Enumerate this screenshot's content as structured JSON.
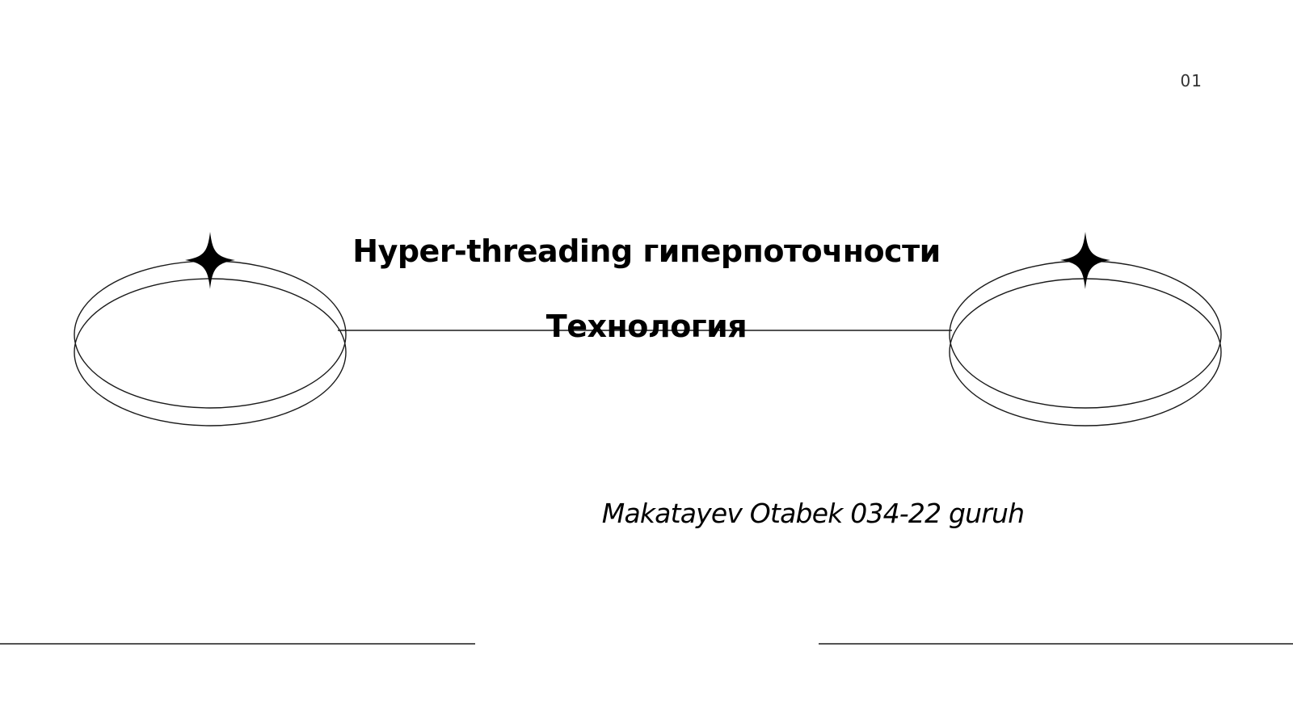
{
  "slide": {
    "number": "01",
    "title_line_1": "Hyper-threading гиперпоточности",
    "title_line_2": "Технология",
    "author": "Makatayev Otabek 034-22 guruh"
  },
  "colors": {
    "background": "#ffffff",
    "text": "#000000",
    "line": "#1a1a1a"
  },
  "icons": [
    "sparkle-star-icon",
    "ring-ellipse-icon"
  ]
}
